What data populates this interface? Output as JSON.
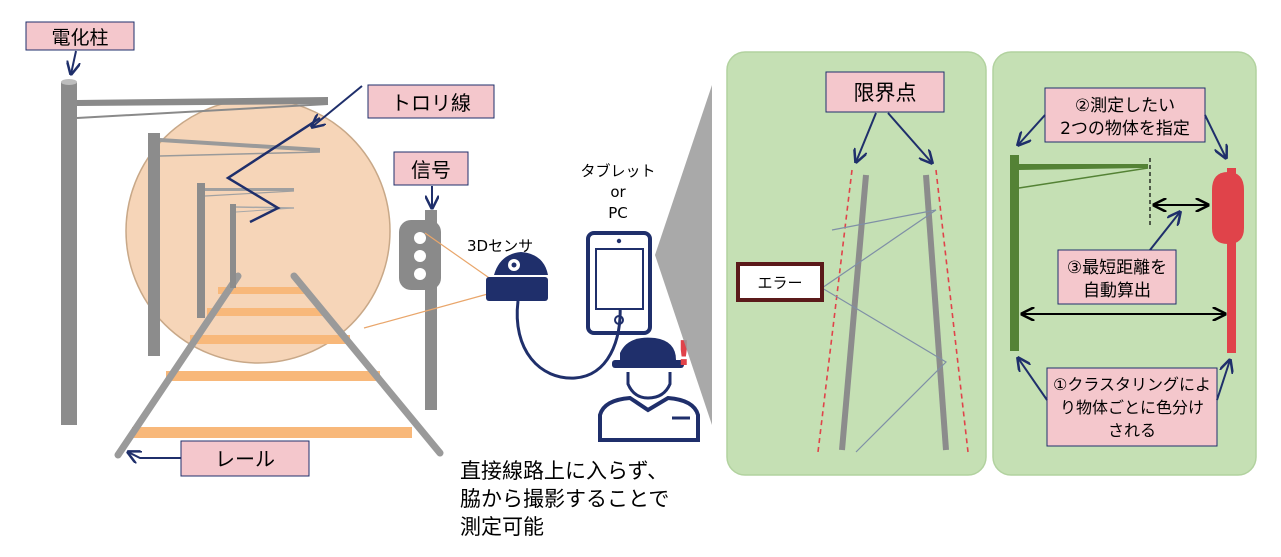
{
  "labels": {
    "pole": "電化柱",
    "trolley": "トロリ線",
    "signal": "信号",
    "rail": "レール",
    "sensor": "3Dセンサ",
    "tablet_line1": "タブレット",
    "tablet_line2": "or",
    "tablet_line3": "PC",
    "note_line1": "直接線路上に入らず、",
    "note_line2": "脇から撮影することで",
    "note_line3": "測定可能",
    "limit_point": "限界点",
    "error": "エラー",
    "specify_line1": "②測定したい",
    "specify_line2": "2つの物体を指定",
    "distance_line1": "③最短距離を",
    "distance_line2": "自動算出",
    "cluster_line1": "①クラスタリングによ",
    "cluster_line2": "り物体ごとに色分け",
    "cluster_line3": "される",
    "exclamation": "!"
  },
  "colors": {
    "label_fill": "#f4c7cc",
    "panel_green": "#c5e0b4",
    "navy": "#1f2f6b",
    "circle": "#f6d5b8",
    "sleeper": "#f8b87a",
    "green_obj": "#548235",
    "red_obj": "#e0434a",
    "error_border": "#5b1a1a"
  }
}
